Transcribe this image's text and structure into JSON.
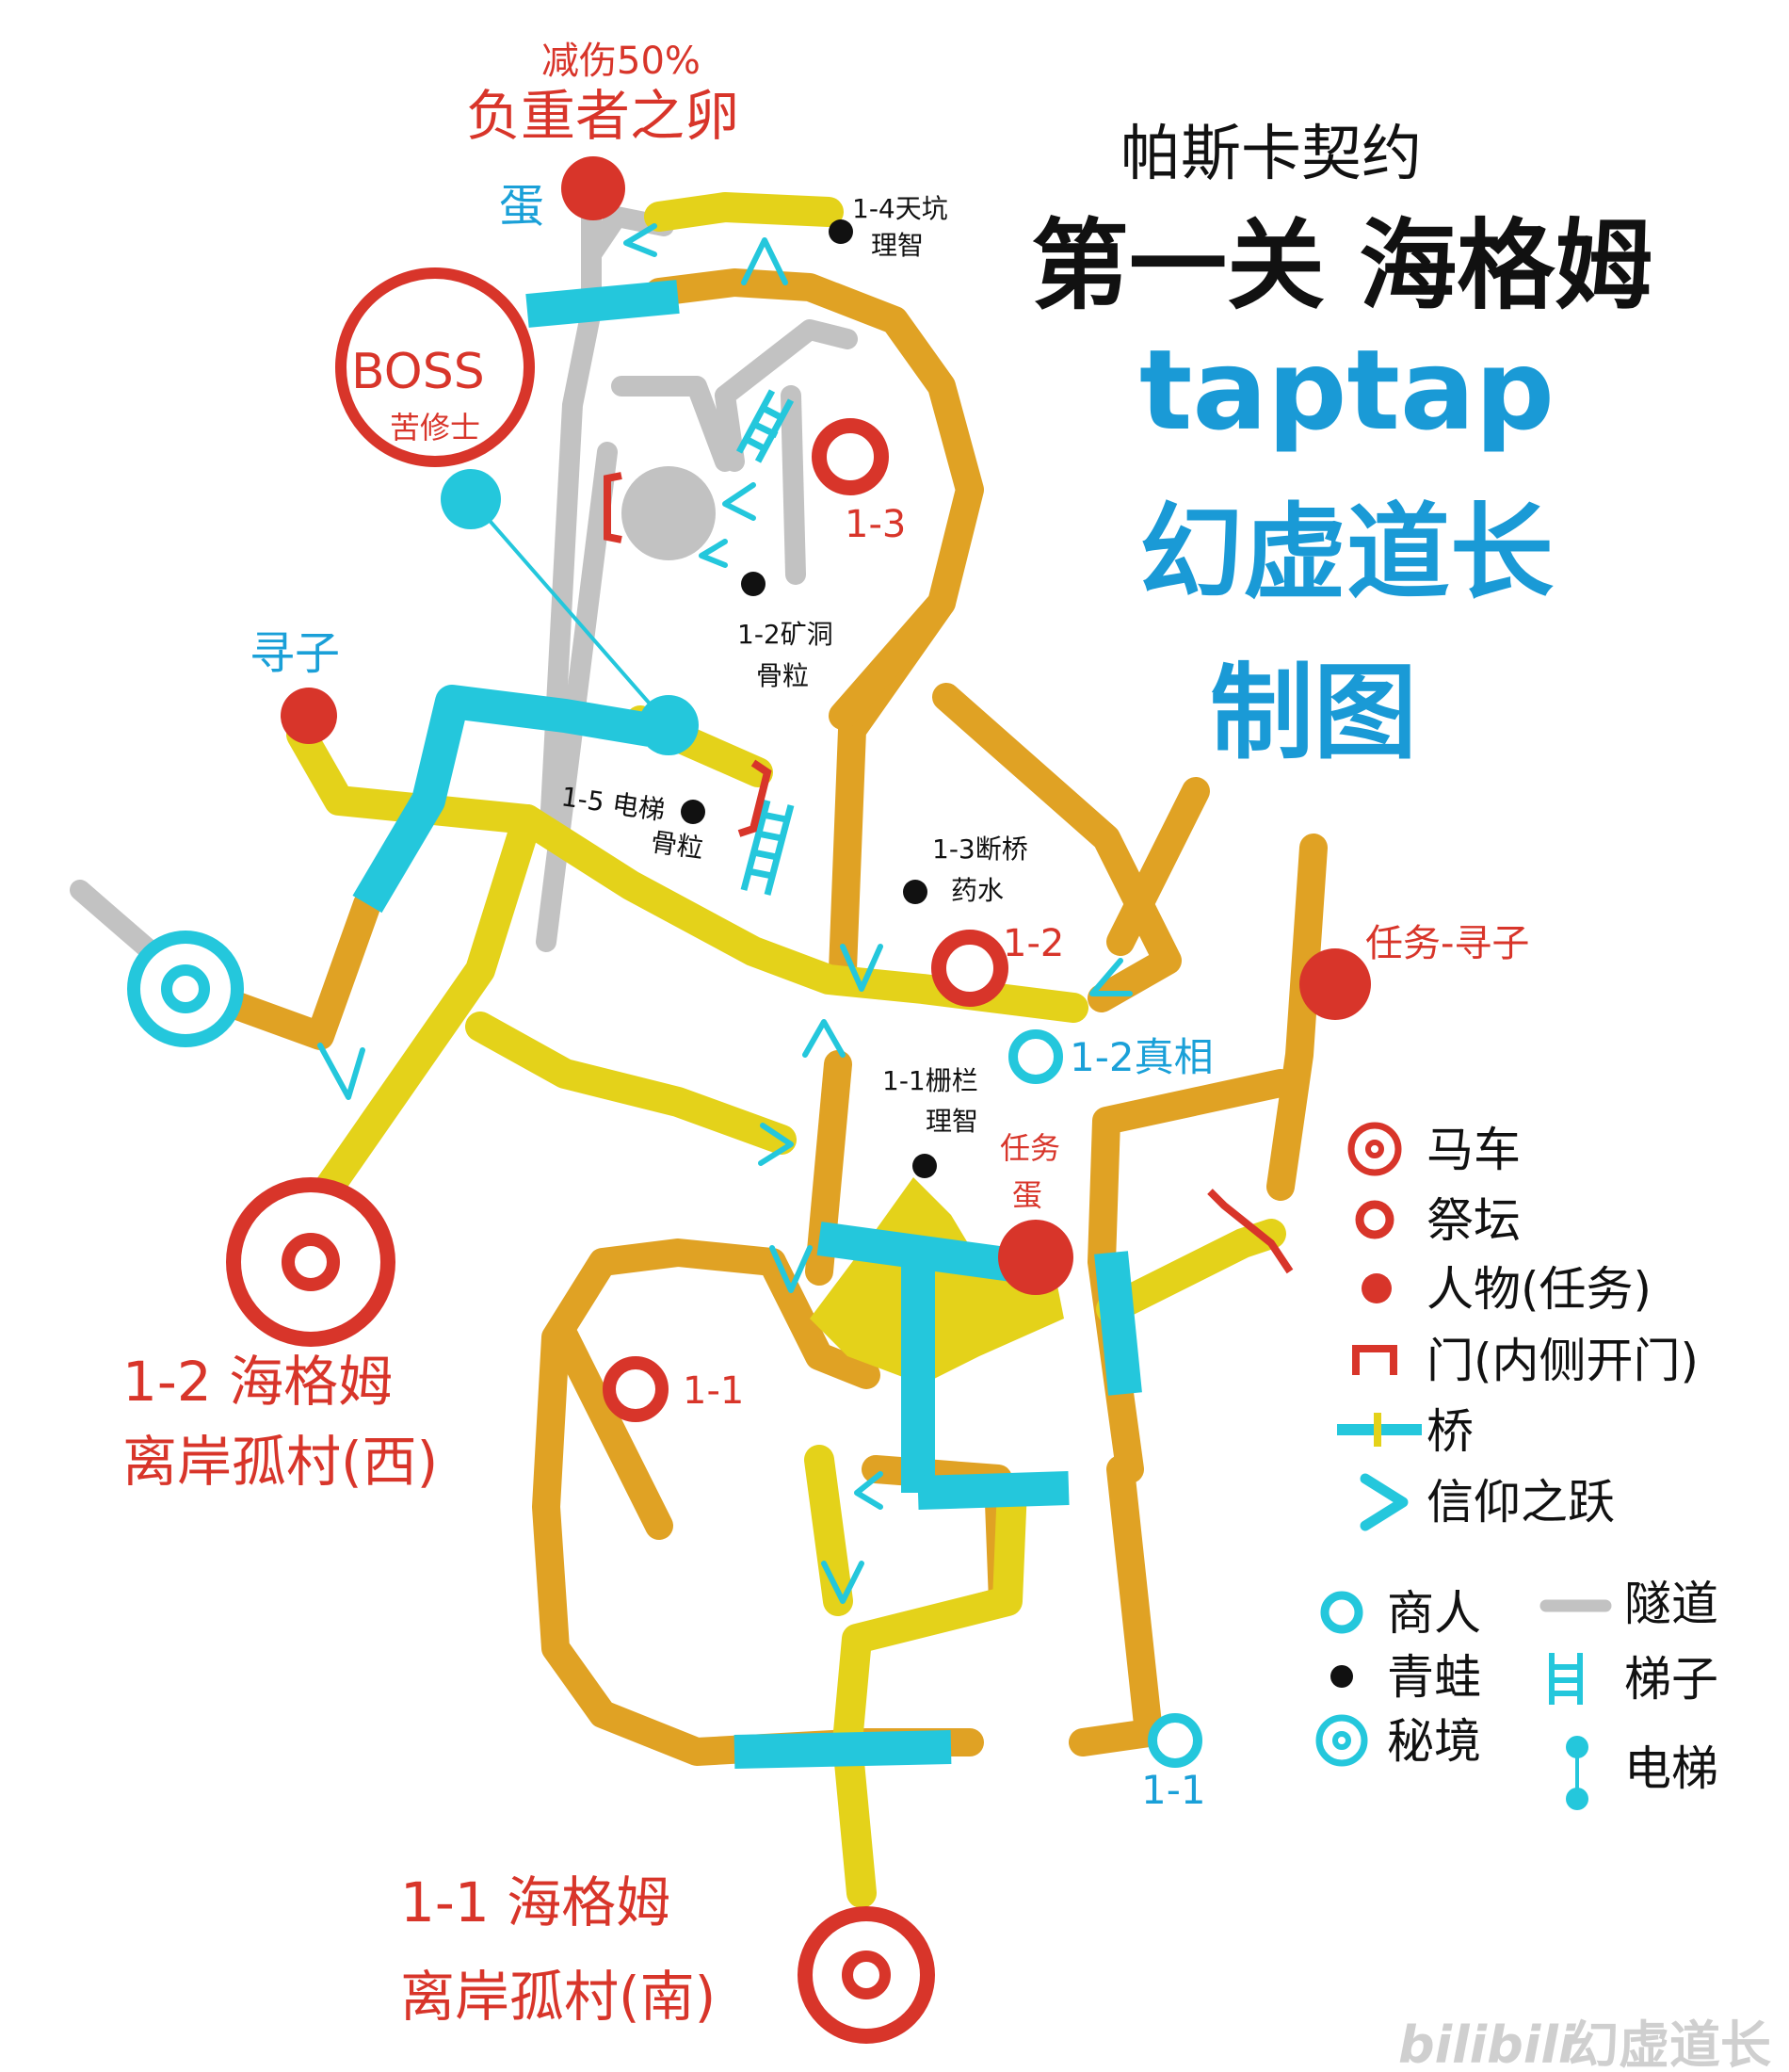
{
  "title": {
    "subtitle": "帕斯卡契约",
    "main": "第一关 海格姆",
    "line1": "taptap",
    "line2": "幻虚道长",
    "line3": "制图"
  },
  "colors": {
    "yellow": "#e4d21a",
    "orange": "#e0a224",
    "cyan": "#24c7dc",
    "gray": "#c2c2c2",
    "red": "#d8352a",
    "black": "#111111"
  },
  "labels": {
    "damage_reduction": "减伤50%",
    "burden_egg": "负重者之卵",
    "egg_top": "蛋",
    "boss": "BOSS",
    "boss_name": "苦修士",
    "skylight_1_4": "1-4天坑",
    "skylight_1_4_item": "理智",
    "altar_1_3": "1-3",
    "mine_1_2": "1-2矿洞",
    "mine_1_2_item": "骨粒",
    "seek_child": "寻子",
    "elevator_1_5": "1-5 电梯",
    "elevator_1_5_item": "骨粒",
    "broken_bridge_1_3": "1-3断桥",
    "broken_bridge_1_3_item": "药水",
    "altar_1_2": "1-2",
    "quest_seek_child": "任务-寻子",
    "merchant_1_2_truth": "1-2真相",
    "fence_1_1": "1-1栅栏",
    "fence_1_1_item": "理智",
    "quest_egg_1": "任务",
    "quest_egg_2": "蛋",
    "west_village_1": "1-2 海格姆",
    "west_village_2": "离岸孤村(西)",
    "altar_1_1": "1-1",
    "merchant_1_1": "1-1",
    "south_village_1": "1-1 海格姆",
    "south_village_2": "离岸孤村(南)"
  },
  "legend": {
    "carriage": "马车",
    "altar": "祭坛",
    "npc": "人物(任务)",
    "door": "门(内侧开门)",
    "bridge": "桥",
    "leap": "信仰之跃",
    "merchant": "商人",
    "frog": "青蛙",
    "secret": "秘境",
    "tunnel": "隧道",
    "ladder": "梯子",
    "elevator": "电梯"
  },
  "icons": [
    "carriage-icon",
    "altar-icon",
    "npc-icon",
    "door-icon",
    "bridge-icon",
    "leap-icon",
    "merchant-icon",
    "frog-icon",
    "secret-icon",
    "tunnel-icon",
    "ladder-icon",
    "elevator-icon"
  ],
  "watermark": {
    "brand": "bilibili",
    "author": "幻虚道长"
  }
}
